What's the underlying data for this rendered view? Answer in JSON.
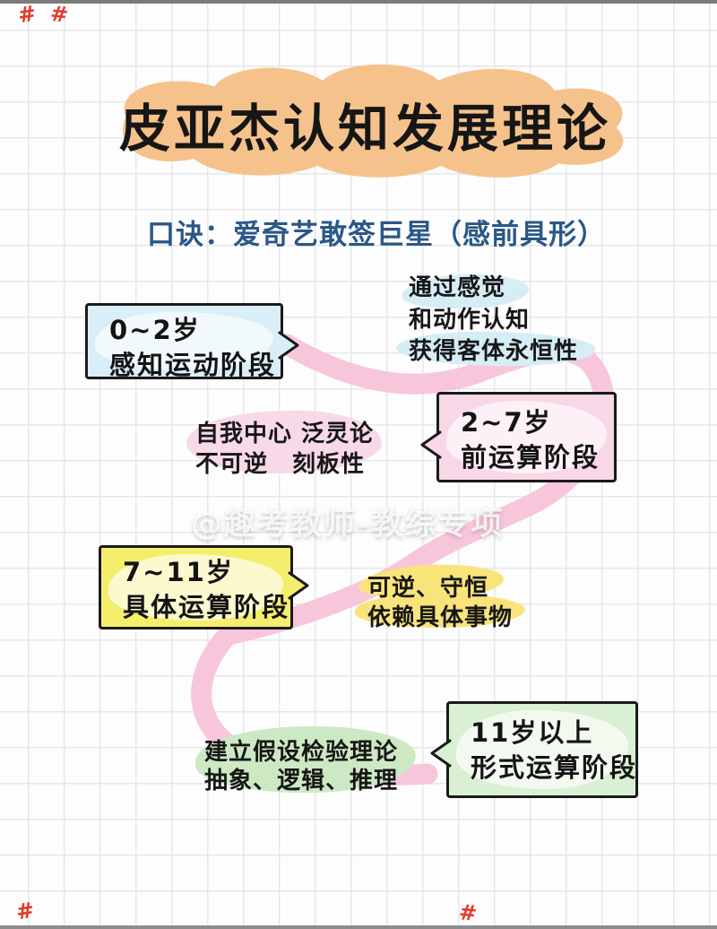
{
  "page": {
    "title": "皮亚杰认知发展理论",
    "mnemonic": "口诀：爱奇艺敢签巨星（感前具形）",
    "watermark": "@趣考教师-教综专项",
    "hash_mark": "#",
    "colors": {
      "title_blob": "#f6c28c",
      "mnemonic_text": "#2b5787",
      "curve": "#f8c3d9",
      "hash": "#e23b2e"
    }
  },
  "stages": [
    {
      "age": "0~2岁",
      "name": "感知运动阶段",
      "fill": "#d9eef7",
      "notes": [
        "通过感觉",
        "和动作认知",
        "获得客体永恒性"
      ],
      "note_highlight": "#d6edf6"
    },
    {
      "age": "2~7岁",
      "name": "前运算阶段",
      "fill": "#f8d7e6",
      "notes": [
        "自我中心 泛灵论",
        "不可逆　刻板性"
      ],
      "note_highlight": "#f7d9e8"
    },
    {
      "age": "7~11岁",
      "name": "具体运算阶段",
      "fill": "#f4ee6d",
      "notes": [
        "可逆、守恒",
        "依赖具体事物"
      ],
      "note_highlight": "#f9e47c"
    },
    {
      "age": "11岁以上",
      "name": "形式运算阶段",
      "fill": "#daf0d4",
      "notes": [
        "建立假设检验理论",
        "抽象、逻辑、推理"
      ],
      "note_highlight": "#cde9c4"
    }
  ]
}
